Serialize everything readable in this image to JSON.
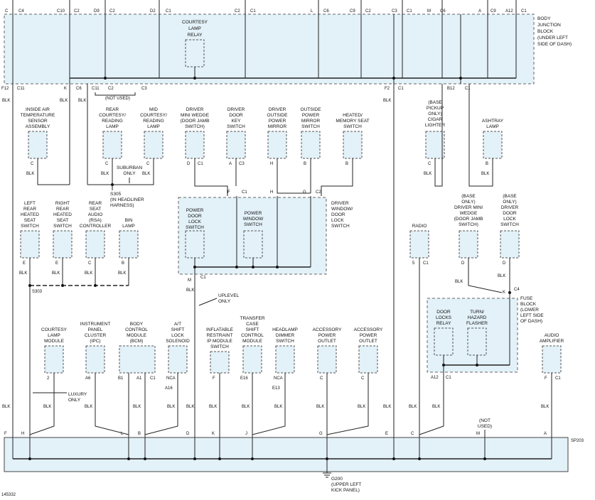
{
  "figure_id": "145332",
  "junction_block": {
    "title_lines": [
      "BODY",
      "JUNCTION",
      "BLOCK",
      "(UNDER LEFT",
      "SIDE OF DASH)"
    ],
    "relay_lines": [
      "COURTESY",
      "LAMP",
      "RELAY"
    ],
    "top_pins": [
      "C",
      "C4",
      "C10",
      "C2",
      "D9",
      "C2",
      "D2",
      "C1",
      "C2",
      "C1",
      "L",
      "C6",
      "C9",
      "C2",
      "C3",
      "C1",
      "M",
      "C6",
      "A",
      "C9",
      "A12",
      "C1"
    ],
    "bottom_pins": [
      "F12",
      "C11",
      "K",
      "C6",
      "C11",
      "C2",
      "C3",
      "F2",
      "C1",
      "B12",
      "C1"
    ],
    "not_used": "(NOT USED)"
  },
  "upper_components": [
    {
      "lines": [
        "INSIDE AIR",
        "TEMPERATURE",
        "SENSOR",
        "ASSEMBLY"
      ],
      "pin": "C",
      "wire": "BLK"
    },
    {
      "lines": [
        "REAR",
        "COURTESY/",
        "READING",
        "LAMP"
      ],
      "pin": "C",
      "wire": "BLK"
    },
    {
      "lines": [
        "MID",
        "COURTESY/",
        "READING",
        "LAMP"
      ],
      "pin": "C",
      "wire": "BLK"
    },
    {
      "lines": [
        "DRIVER",
        "MINI WEDGE",
        "(DOOR JAMB",
        "SWITCH)"
      ],
      "pin": "D",
      "pin2": "C1"
    },
    {
      "lines": [
        "DRIVER",
        "DOOR",
        "KEY",
        "SWITCH"
      ],
      "pin": "A",
      "pin2": "C3"
    },
    {
      "lines": [
        "DRIVER",
        "OUTSIDE",
        "POWER",
        "MIRROR"
      ],
      "pin": "H"
    },
    {
      "lines": [
        "OUTSIDE",
        "POWER",
        "MIRROR",
        "SWITCH"
      ],
      "pin": "B"
    },
    {
      "lines": [
        "HEATED/",
        "MEMORY SEAT",
        "SWITCH"
      ],
      "pin": "B"
    },
    {
      "lines": [
        "(BASE",
        "PICKUP",
        "ONLY)",
        "CIGAR",
        "LIGHTER"
      ],
      "pin": "C",
      "wire": "BLK"
    },
    {
      "lines": [
        "ASHTRAY",
        "LAMP"
      ],
      "pin": "B",
      "wire": "BLK"
    }
  ],
  "suburban_only": [
    "SUBURBAN",
    "ONLY"
  ],
  "s305": [
    "S305",
    "(IN HEADLINER",
    "HARNESS)"
  ],
  "driver_window_module": {
    "title_lines": [
      "DRIVER",
      "WINDOW/",
      "DOOR",
      "LOCK",
      "SWITCH"
    ],
    "left_lines": [
      "POWER",
      "DOOR",
      "LOCK",
      "SWITCH"
    ],
    "right_lines": [
      "POWER",
      "WINDOW",
      "SWITCH"
    ],
    "pins": [
      "F",
      "C1",
      "H",
      "G",
      "C2",
      "M",
      "C1"
    ],
    "uplevel": [
      "UPLEVEL",
      "ONLY"
    ]
  },
  "middle_components": [
    {
      "lines": [
        "LEFT",
        "REAR",
        "HEATED",
        "SEAT",
        "SWITCH"
      ],
      "pin": "E"
    },
    {
      "lines": [
        "RIGHT",
        "REAR",
        "HEATED",
        "SEAT",
        "SWITCH"
      ],
      "pin": "E"
    },
    {
      "lines": [
        "REAR",
        "SEAT",
        "AUDIO",
        "(RSA)",
        "CONTROLLER"
      ],
      "pin": "C"
    },
    {
      "lines": [
        "BIN",
        "LAMP"
      ],
      "pin": "B"
    },
    {
      "lines": [
        "RADIO"
      ],
      "pin": "5",
      "pin2": "C1"
    },
    {
      "lines": [
        "(BASE",
        "ONLY)",
        "DRIVER MINI",
        "WEDGE",
        "(DOOR JAMB",
        "SWITCH)"
      ],
      "pin": "D"
    },
    {
      "lines": [
        "(BASE",
        "ONLY)",
        "DRIVER",
        "DOOR",
        "LOCK",
        "SWITCH"
      ],
      "pin": "D"
    }
  ],
  "s303": "S303",
  "fuse_block": {
    "title_lines": [
      "FUSE",
      "BLOCK",
      "(LOWER",
      "LEFT SIDE",
      "OF DASH)"
    ],
    "k_pin": "K",
    "c4": "C4",
    "relay1": [
      "DOOR",
      "LOCKS",
      "RELAY"
    ],
    "relay2": [
      "TURN/",
      "HAZARD",
      "FLASHER"
    ],
    "bottom_pin": "A12",
    "bottom_pin2": "C1"
  },
  "lower_components": [
    {
      "lines": [
        "COURTESY",
        "LAMP",
        "MODULE"
      ],
      "pin": "2"
    },
    {
      "lines": [
        "INSTRUMENT",
        "PANEL",
        "CLUSTER",
        "(IPC)"
      ],
      "pin": "A6"
    },
    {
      "lines": [
        "BODY",
        "CONTROL",
        "MODULE",
        "(BCM)"
      ],
      "pin": "B1",
      "pin_b": "A1",
      "pin_c": "C1"
    },
    {
      "lines": [
        "A/T",
        "SHIFT",
        "LOCK",
        "SOLENOID"
      ],
      "pin": "NCA",
      "pin_b": "A16"
    },
    {
      "lines": [
        "INFLATABLE",
        "RESTRAINT",
        "IP MODULE",
        "SWITCH"
      ],
      "pin": "F"
    },
    {
      "lines": [
        "TRANSFER",
        "CASE",
        "SHIFT",
        "CONTROL",
        "MODULE"
      ],
      "pin": "E16"
    },
    {
      "lines": [
        "HEADLAMP",
        "DIMMER",
        "SWITCH"
      ],
      "pin": "NCA",
      "pin_b": "E13"
    },
    {
      "lines": [
        "ACCESSORY",
        "POWER",
        "OUTLET"
      ],
      "pin": "C"
    },
    {
      "lines": [
        "ACCESSORY",
        "POWER",
        "OUTLET"
      ],
      "pin": "C"
    },
    {
      "lines": [
        "AUDIO",
        "AMPLIFIER"
      ],
      "pin": "F",
      "pin2": "C1"
    }
  ],
  "luxury_only": [
    "LUXURY",
    "ONLY"
  ],
  "wire_color": "BLK",
  "splice": {
    "name": "SP203",
    "pins": [
      "F",
      "H",
      "L",
      "B",
      "D",
      "K",
      "J",
      "G",
      "E",
      "C",
      "M",
      "A"
    ],
    "not_used": [
      "(NOT",
      "USED)"
    ]
  },
  "ground": {
    "lines": [
      "G200",
      "(UPPER LEFT",
      "KICK PANEL)"
    ]
  }
}
